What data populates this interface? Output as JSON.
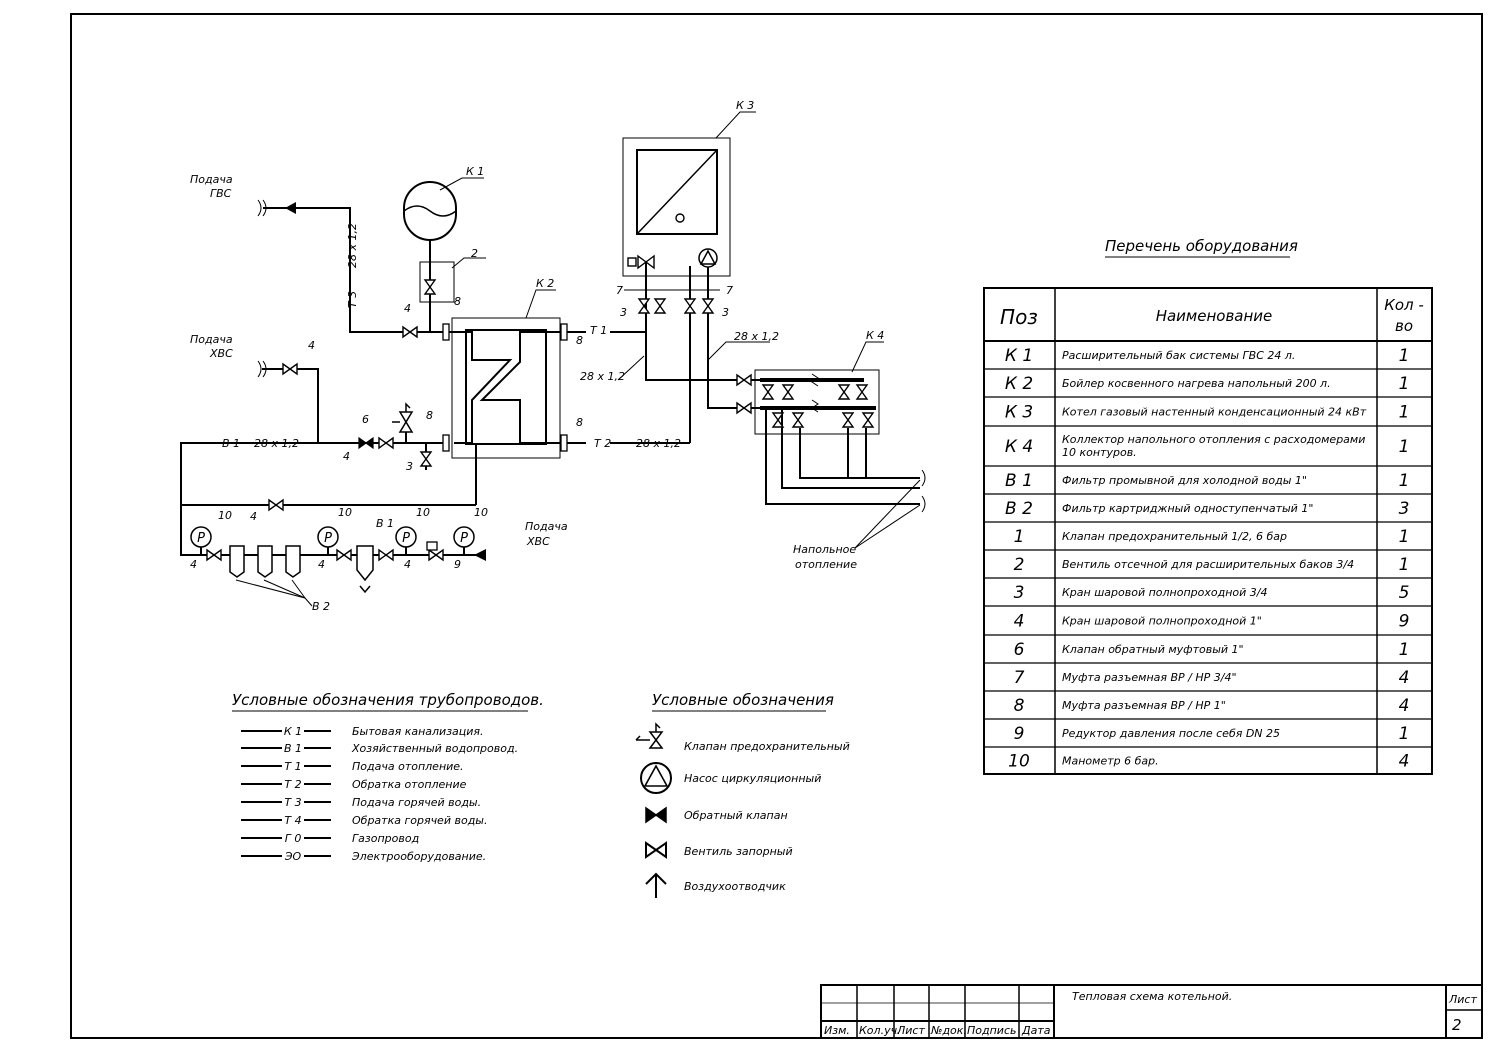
{
  "scheme": {
    "feeds": {
      "gvs": [
        "Подача",
        "ГВС"
      ],
      "hvs_top": [
        "Подача",
        "ХВС"
      ],
      "hvs_bottom": [
        "Подача",
        "ХВС"
      ],
      "floor": [
        "Напольное",
        "отопление"
      ]
    },
    "pipes": {
      "t3": "Т 3",
      "t3_size": "28 х 1,2",
      "t1": "Т 1",
      "t2": "Т 2",
      "b1_main": "В 1",
      "b1_size": "28 х 1,2",
      "b1_bottom": "В 1",
      "t2_size": "28 х 1,2",
      "size_a": "28 х 1,2",
      "size_b": "28 х 1,2"
    },
    "tags": {
      "k1": "К 1",
      "k2": "К 2",
      "k3": "К 3",
      "k4": "К 4",
      "b2": "В 2",
      "n2": "2",
      "n3a": "3",
      "n3b": "3",
      "n3c": "3",
      "n4a": "4",
      "n4b": "4",
      "n4c": "4",
      "n4d": "4",
      "n4e": "4",
      "n4f": "4",
      "n4g": "4",
      "n6": "6",
      "n7a": "7",
      "n7b": "7",
      "n8a": "8",
      "n8b": "8",
      "n8c": "8",
      "n8d": "8",
      "n9": "9",
      "n10a": "10",
      "n10b": "10",
      "n10c": "10",
      "n10d": "10",
      "p": "P"
    }
  },
  "equipment": {
    "title": "Перечень оборудования",
    "headers": {
      "pos": "Поз",
      "name": "Наименование",
      "qty": [
        "Кол -",
        "во"
      ]
    },
    "rows": [
      {
        "pos": "К 1",
        "name": [
          "Расширительный бак системы ГВС 24 л."
        ],
        "qty": "1"
      },
      {
        "pos": "К 2",
        "name": [
          "Бойлер косвенного нагрева напольный 200 л."
        ],
        "qty": "1"
      },
      {
        "pos": "К 3",
        "name": [
          "Котел газовый настенный конденсационный 24 кВт"
        ],
        "qty": "1"
      },
      {
        "pos": "К 4",
        "name": [
          "Коллектор напольного отопления с расходомерами",
          "10 контуров."
        ],
        "qty": "1"
      },
      {
        "pos": "В 1",
        "name": [
          "Фильтр промывной для холодной воды 1\""
        ],
        "qty": "1"
      },
      {
        "pos": "В 2",
        "name": [
          "Фильтр картриджный одноступенчатый 1\""
        ],
        "qty": "3"
      },
      {
        "pos": "1",
        "name": [
          "Клапан предохранительный 1/2, 6 бар"
        ],
        "qty": "1"
      },
      {
        "pos": "2",
        "name": [
          "Вентиль отсечной для расширительных баков 3/4"
        ],
        "qty": "1"
      },
      {
        "pos": "3",
        "name": [
          "Кран шаровой полнопроходной 3/4"
        ],
        "qty": "5"
      },
      {
        "pos": "4",
        "name": [
          "Кран шаровой полнопроходной 1\""
        ],
        "qty": "9"
      },
      {
        "pos": "6",
        "name": [
          "Клапан обратный муфтовый 1\""
        ],
        "qty": "1"
      },
      {
        "pos": "7",
        "name": [
          "Муфта разъемная ВР / НР 3/4\""
        ],
        "qty": "4"
      },
      {
        "pos": "8",
        "name": [
          "Муфта разъемная ВР / НР 1\""
        ],
        "qty": "4"
      },
      {
        "pos": "9",
        "name": [
          "Редуктор давления после себя DN 25"
        ],
        "qty": "1"
      },
      {
        "pos": "10",
        "name": [
          "Манометр 6 бар."
        ],
        "qty": "4"
      }
    ]
  },
  "pipe_legend": {
    "title": "Условные обозначения трубопроводов.",
    "items": [
      {
        "code": "К 1",
        "label": "Бытовая канализация."
      },
      {
        "code": "В 1",
        "label": "Хозяйственный водопровод."
      },
      {
        "code": "Т 1",
        "label": "Подача отопление."
      },
      {
        "code": "Т 2",
        "label": "Обратка отопление"
      },
      {
        "code": "Т 3",
        "label": "Подача горячей воды."
      },
      {
        "code": "Т 4",
        "label": "Обратка горячей воды."
      },
      {
        "code": "Г 0",
        "label": "Газопровод"
      },
      {
        "code": "ЭО",
        "label": "Электрооборудование."
      }
    ]
  },
  "symbol_legend": {
    "title": "Условные обозначения",
    "items": [
      {
        "icon": "safety-valve-icon",
        "label": "Клапан предохранительный"
      },
      {
        "icon": "circulation-pump-icon",
        "label": "Насос циркуляционный"
      },
      {
        "icon": "check-valve-icon",
        "label": "Обратный клапан"
      },
      {
        "icon": "shutoff-valve-icon",
        "label": "Вентиль запорный"
      },
      {
        "icon": "air-vent-icon",
        "label": "Воздухоотводчик"
      }
    ]
  },
  "title_block": {
    "columns": [
      "Изм.",
      "Кол.уч.",
      "Лист",
      "№док.",
      "Подпись",
      "Дата"
    ],
    "title": "Тепловая схема котельной.",
    "sheet_label": "Лист",
    "sheet_number": "2"
  }
}
